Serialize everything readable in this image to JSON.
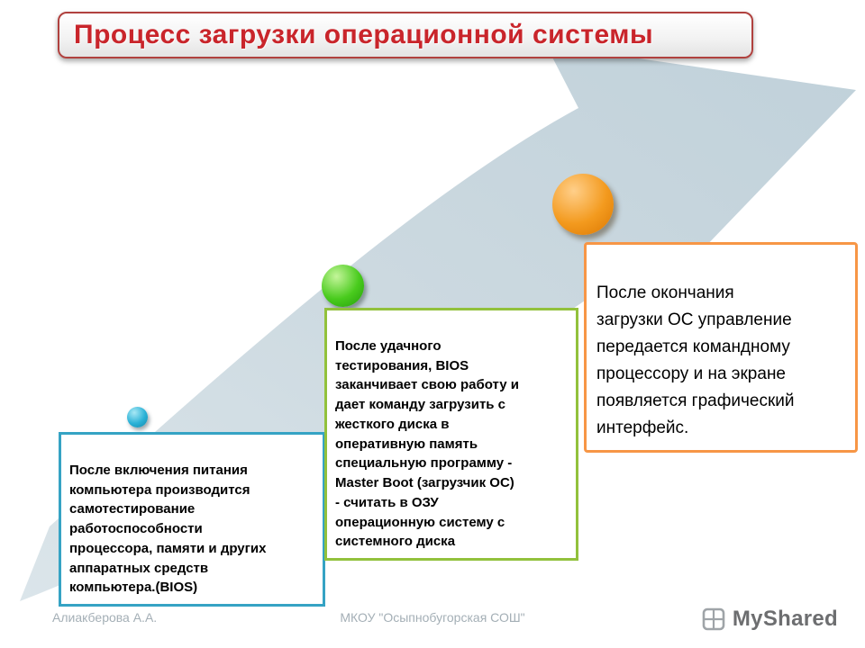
{
  "slide": {
    "title": "Процесс загрузки операционной системы",
    "title_color": "#c9252b",
    "title_border_color": "#b0413e",
    "arrow_color": "#ccd9e0"
  },
  "steps": [
    {
      "dot_color": "#2ab1d6",
      "border_color": "#35a3c4",
      "text": "После включения питания\nкомпьютера производится\nсамотестирование\nработоспособности\nпроцессора, памяти и других\nаппаратных средств\nкомпьютера.(BIOS)"
    },
    {
      "dot_color": "#49cb1d",
      "border_color": "#92c13c",
      "text": "После удачного\nтестирования, BIOS\nзаканчивает свою работу и\nдает команду загрузить с\nжесткого диска в\nоперативную память\nспециальную программу -\nMaster Boot (загрузчик ОС)\n- считать в ОЗУ\nоперационную систему с\nсистемного диска"
    },
    {
      "dot_color": "#f39a1e",
      "border_color": "#f79646",
      "text": "После окончания\nзагрузки ОС управление\nпередается командному\nпроцессору и на экране\nпоявляется графический\nинтерфейс."
    }
  ],
  "footer": {
    "author": "Алиакберова А.А.",
    "school": "МКОУ \"Осыпнобугорская СОШ\"",
    "logo_text": "MyShared"
  }
}
